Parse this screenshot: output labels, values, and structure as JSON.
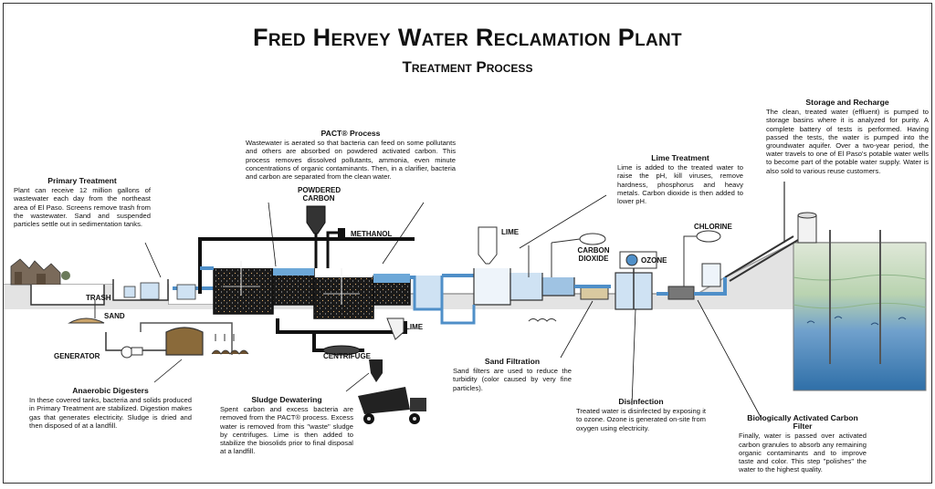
{
  "title": "Fred Hervey Water Reclamation Plant",
  "subtitle": "Treatment Process",
  "sections": {
    "primary": {
      "heading": "Primary Treatment",
      "text": "Plant can receive 12 million gallons of wastewater each day from the northeast area of El Paso. Screens remove trash from the wastewater. Sand and suspended particles settle out in sedimentation tanks."
    },
    "pact": {
      "heading": "PACT® Process",
      "text": "Wastewater is aerated so that bacteria can feed on some pollutants and others are absorbed on powdered activated carbon. This process removes dissolved pollutants, ammonia, even minute concentrations of organic contaminants. Then, in a clarifier, bacteria and carbon are separated from the clean water."
    },
    "lime": {
      "heading": "Lime Treatment",
      "text": "Lime is added to the treated water to raise the pH, kill viruses, remove hardness, phosphorus and heavy metals. Carbon dioxide is then added to lower pH."
    },
    "storage": {
      "heading": "Storage and Recharge",
      "text": "The clean, treated water (effluent) is pumped to storage basins where it is analyzed for purity. A complete battery of tests is performed. Having passed the tests, the water is pumped into the groundwater aquifer. Over a two-year period, the water travels to one of El Paso's potable water wells to become part of the potable water supply. Water is also sold to various reuse customers."
    },
    "anaerobic": {
      "heading": "Anaerobic Digesters",
      "text": "In these covered tanks, bacteria and solids produced in Primary Treatment are stabilized. Digestion makes gas that generates electricity. Sludge is dried and then disposed of at a landfill."
    },
    "sludge": {
      "heading": "Sludge Dewatering",
      "text": "Spent carbon and excess bacteria are removed from the PACT® process. Excess water is removed from this \"waste\" sludge by centrifuges. Lime is then added to stabilize the biosolids prior to final disposal at a landfill."
    },
    "sand": {
      "heading": "Sand Filtration",
      "text": "Sand filters are used to reduce the turbidity (color caused by very fine particles)."
    },
    "disinfection": {
      "heading": "Disinfection",
      "text": "Treated water is disinfected by exposing it to ozone. Ozone is generated on-site from oxygen using electricity."
    },
    "bio": {
      "heading": "Biologically Activated Carbon Filter",
      "text": "Finally, water is passed over activated carbon granules to absorb any remaining organic contaminants and to improve taste and color. This step \"polishes\" the water to the highest quality."
    }
  },
  "labels": {
    "trash": "TRASH",
    "sand": "SAND",
    "generator": "GENERATOR",
    "powdered_carbon": "POWDERED CARBON",
    "methanol": "METHANOL",
    "lime_pact": "LIME",
    "centrifuge": "CENTRIFUGE",
    "lime_treatment": "LIME",
    "carbon_dioxide": "CARBON DIOXIDE",
    "ozone": "OZONE",
    "chlorine": "CHLORINE"
  },
  "colors": {
    "pipe_blue": "#4f8fc8",
    "water_blue": "#6da8d8",
    "sludge_dark": "#1a1a1a",
    "ground": "#d9d9d9",
    "aquifer": "#3f7fb8",
    "aquifer_top": "#9fc4a0",
    "digester": "#8a6a3a"
  }
}
